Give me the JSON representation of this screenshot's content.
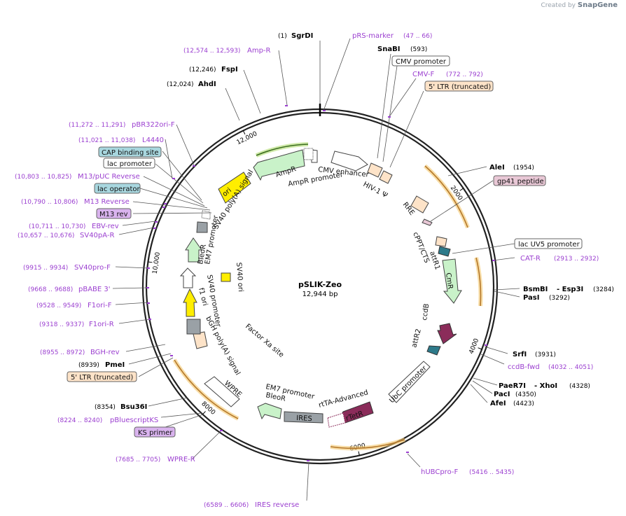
{
  "brand": {
    "created_by": "Created by",
    "name": "SnapGene"
  },
  "plasmid": {
    "name": "pSLIK-Zeo",
    "size_label": "12,944 bp",
    "length": 12944
  },
  "ticks": [
    {
      "bp": 2000,
      "label": "2000"
    },
    {
      "bp": 4000,
      "label": "4000"
    },
    {
      "bp": 6000,
      "label": "6000"
    },
    {
      "bp": 8000,
      "label": "8000"
    },
    {
      "bp": 10000,
      "label": "10,000"
    },
    {
      "bp": 12000,
      "label": "12,000"
    }
  ],
  "enzymes": [
    {
      "name": "SgrDI",
      "pos": "(1)",
      "bp": 1
    },
    {
      "name": "SnaBI",
      "pos": "(593)",
      "bp": 593
    },
    {
      "name": "AleI",
      "pos": "(1954)",
      "bp": 1954
    },
    {
      "name": "BsmBI",
      "extra": "- Esp3I",
      "pos": "(3284)",
      "bp": 3284
    },
    {
      "name": "PasI",
      "pos": "(3292)",
      "bp": 3292
    },
    {
      "name": "SrfI",
      "pos": "(3931)",
      "bp": 3931
    },
    {
      "name": "PaeR7I",
      "extra": "- XhoI",
      "pos": "(4328)",
      "bp": 4328
    },
    {
      "name": "PacI",
      "pos": "(4350)",
      "bp": 4350
    },
    {
      "name": "AfeI",
      "pos": "(4423)",
      "bp": 4423
    },
    {
      "name": "Bsu36I",
      "pos": "(8354)",
      "bp": 8354
    },
    {
      "name": "PmeI",
      "pos": "(8939)",
      "bp": 8939
    },
    {
      "name": "AhdI",
      "pos": "(12,024)",
      "bp": 12024
    },
    {
      "name": "FspI",
      "pos": "(12,246)",
      "bp": 12246
    }
  ],
  "primers": [
    {
      "name": "pRS-marker",
      "range": "(47 .. 66)"
    },
    {
      "name": "CMV-F",
      "range": "(772 .. 792)"
    },
    {
      "name": "CAT-R",
      "range": "(2913 .. 2932)"
    },
    {
      "name": "ccdB-fwd",
      "range": "(4032 .. 4051)"
    },
    {
      "name": "hUBCpro-F",
      "range": "(5416 .. 5435)"
    },
    {
      "name": "IRES reverse",
      "range": "(6589 .. 6606)"
    },
    {
      "name": "WPRE-R",
      "range": "(7685 .. 7705)"
    },
    {
      "name": "pBluescriptKS",
      "range": "(8224 .. 8240)"
    },
    {
      "name": "BGH-rev",
      "range": "(8955 .. 8972)"
    },
    {
      "name": "F1ori-R",
      "range": "(9318 .. 9337)"
    },
    {
      "name": "F1ori-F",
      "range": "(9528 .. 9549)"
    },
    {
      "name": "pBABE 3'",
      "range": "(9668 .. 9688)"
    },
    {
      "name": "SV40pro-F",
      "range": "(9915 .. 9934)"
    },
    {
      "name": "SV40pA-R",
      "range": "(10,657 .. 10,676)"
    },
    {
      "name": "EBV-rev",
      "range": "(10,711 .. 10,730)"
    },
    {
      "name": "M13 Reverse",
      "range": "(10,790 .. 10,806)"
    },
    {
      "name": "M13/pUC Reverse",
      "range": "(10,803 .. 10,825)"
    },
    {
      "name": "L4440",
      "range": "(11,021 .. 11,038)"
    },
    {
      "name": "pBR322ori-F",
      "range": "(11,272 .. 11,291)"
    },
    {
      "name": "Amp-R",
      "range": "(12,574 .. 12,593)"
    }
  ],
  "boxed_labels": [
    {
      "text": "CMV promoter",
      "color": "#ffffff"
    },
    {
      "text": "5' LTR (truncated)",
      "color": "#fde3c8"
    },
    {
      "text": "gp41 peptide",
      "color": "#e9c8d6"
    },
    {
      "text": "lac UV5 promoter",
      "color": "#ffffff"
    },
    {
      "text": "5' LTR (truncated)",
      "color": "#fde3c8"
    },
    {
      "text": "KS primer",
      "color": "#d9b3ee"
    },
    {
      "text": "CAP binding site",
      "color": "#a8d7df"
    },
    {
      "text": "lac promoter",
      "color": "#ffffff"
    },
    {
      "text": "lac operator",
      "color": "#a8d7df"
    },
    {
      "text": "M13 rev",
      "color": "#d9b3ee"
    }
  ],
  "features": [
    {
      "label": "CMV enhancer"
    },
    {
      "label": "HIV-1 Ψ"
    },
    {
      "label": "RRE"
    },
    {
      "label": "cPPT/CTS"
    },
    {
      "label": "attR1"
    },
    {
      "label": "CmR"
    },
    {
      "label": "ccdB"
    },
    {
      "label": "attR2"
    },
    {
      "label": "UbC promoter"
    },
    {
      "label": "rTetR"
    },
    {
      "label": "rtTA-Advanced"
    },
    {
      "label": "IRES"
    },
    {
      "label": "BleoR"
    },
    {
      "label": "EM7 promoter"
    },
    {
      "label": "WPRE"
    },
    {
      "label": "Factor Xa site"
    },
    {
      "label": "bGH poly(A) signal"
    },
    {
      "label": "f1 ori"
    },
    {
      "label": "SV40 promoter"
    },
    {
      "label": "SV40 ori"
    },
    {
      "label": "EM7 promoter"
    },
    {
      "label": "BleoR"
    },
    {
      "label": "SV40 poly(A) signal"
    },
    {
      "label": "ori"
    },
    {
      "label": "AmpR"
    },
    {
      "label": "AmpR promoter"
    }
  ]
}
